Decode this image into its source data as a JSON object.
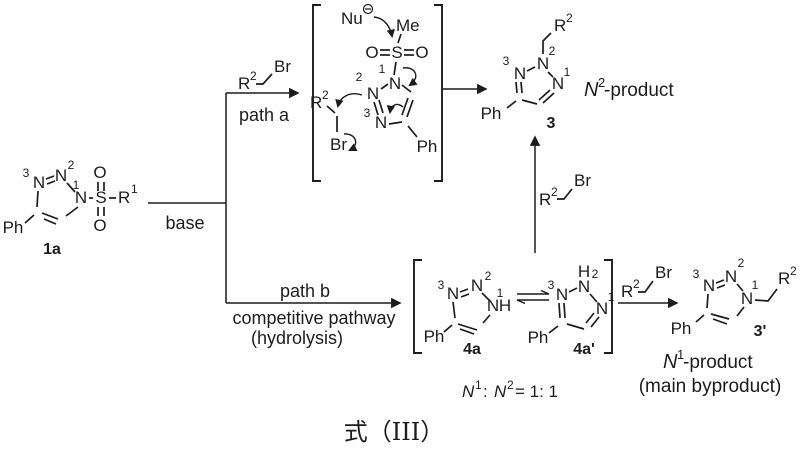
{
  "title": "式（III）",
  "atoms": {
    "n": "N",
    "o": "O",
    "s": "S",
    "h": "H",
    "ph": "Ph",
    "me": "Me",
    "br": "Br",
    "r": "R",
    "nu": "Nu"
  },
  "locants": {
    "one": "1",
    "two": "2",
    "three": "3"
  },
  "compounds": {
    "c1a": "1a",
    "c3": "3",
    "c3p": "3'",
    "c4a": "4a",
    "c4ap": "4a'"
  },
  "labels": {
    "base": "base",
    "path_a": "path a",
    "path_b": "path b",
    "competitive": "competitive pathway",
    "hydrolysis": "(hydrolysis)",
    "n": "N",
    "product_suffix": "-product",
    "main_byproduct": "(main byproduct)",
    "colon": ":",
    "ratio_eq": "= 1: 1"
  },
  "ink_color": "#1c1c1c"
}
